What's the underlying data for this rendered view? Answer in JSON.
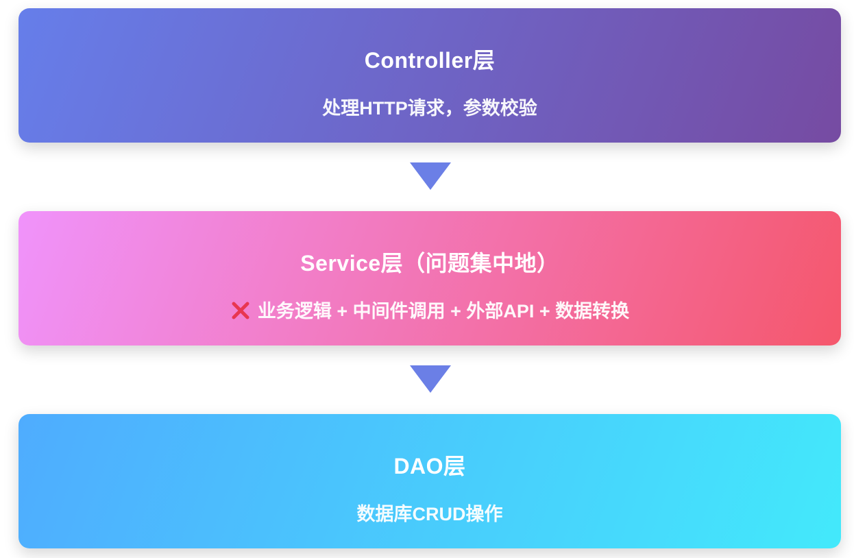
{
  "layers": [
    {
      "title": "Controller层",
      "description": "处理HTTP请求，参数校验"
    },
    {
      "title": "Service层（问题集中地）",
      "status_icon": "cross-mark-icon",
      "description": "业务逻辑 + 中间件调用 + 外部API + 数据转换"
    },
    {
      "title": "DAO层",
      "description": "数据库CRUD操作"
    }
  ],
  "colors": {
    "controller_gradient": [
      "#667eea",
      "#764ba2"
    ],
    "service_gradient": [
      "#f093fb",
      "#f5576c"
    ],
    "dao_gradient": [
      "#4facfe",
      "#43e9fb"
    ],
    "arrow": "#6b7fe6",
    "cross_mark": "#e8334a"
  }
}
